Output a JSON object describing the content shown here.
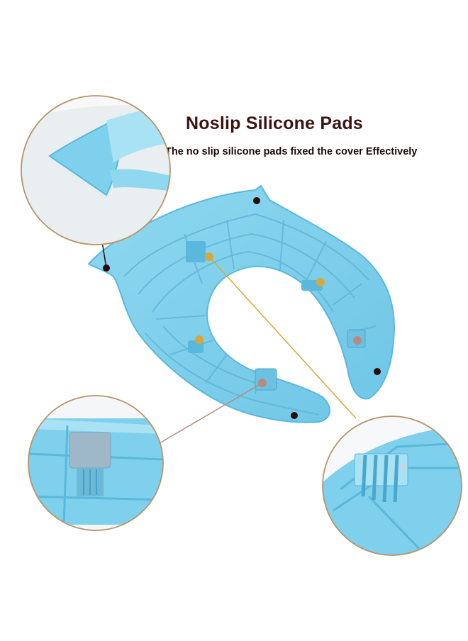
{
  "product": {
    "title": "Noslip Silicone Pads",
    "subtitle": "The no slip silicone pads fixed the cover Effectively"
  },
  "colors": {
    "plastic": "#7fd0ec",
    "plastic_dark": "#5ab8dc",
    "plastic_light": "#a9e2f5",
    "ring": "#b7946a",
    "pad_dot": "#2a0c0c",
    "hinge_dot": "#d6a83a",
    "clip_dot": "#b88a82",
    "title": "#3d1210"
  },
  "icons": [
    "zoom-circle-pad-corner",
    "zoom-circle-clip",
    "zoom-circle-hinge"
  ]
}
